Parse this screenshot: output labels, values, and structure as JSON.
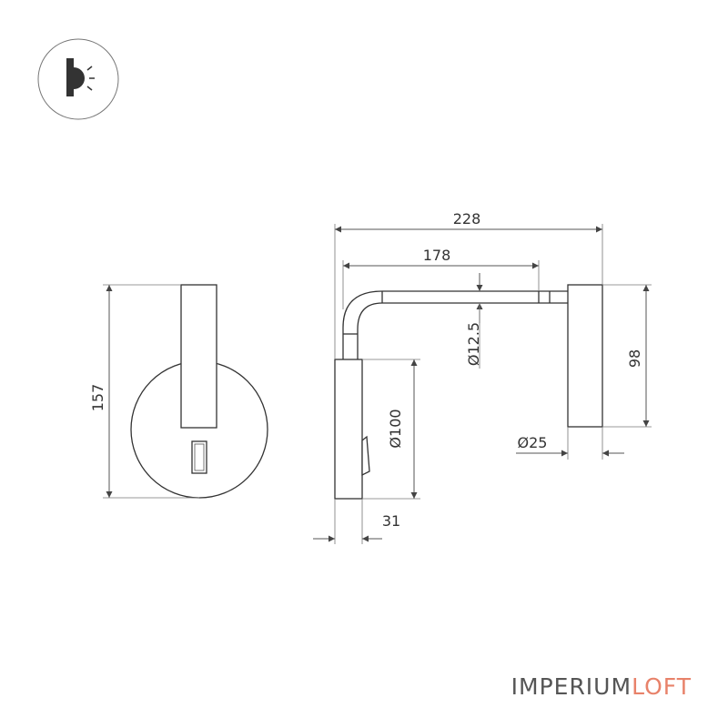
{
  "dimensions": {
    "total_width": "228",
    "arm_length": "178",
    "arm_diameter": "Ø12.5",
    "base_diameter": "Ø100",
    "head_height": "98",
    "head_diameter": "Ø25",
    "base_depth": "31",
    "overall_height": "157"
  },
  "brand": {
    "part1": "IMPERIUM",
    "part2": "LOFT",
    "color1": "#555555",
    "color2": "#e8826a"
  },
  "icon": {
    "name": "wall-light-icon"
  }
}
